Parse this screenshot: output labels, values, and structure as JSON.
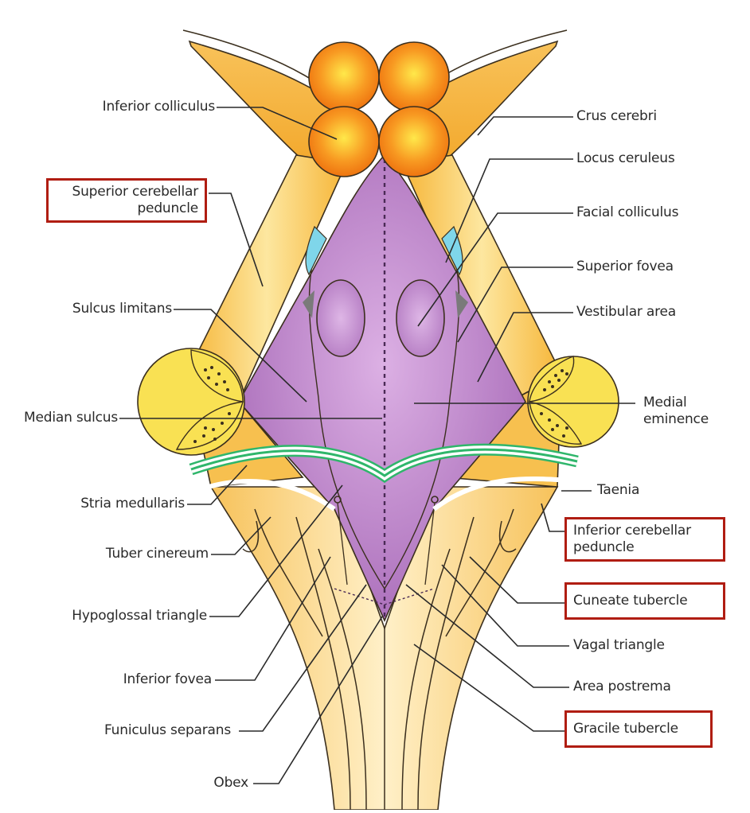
{
  "title": "Floor of the fourth ventricle (rhomboid fossa)",
  "colors": {
    "crus": "#f5b93a",
    "colliculus": "#f07d12",
    "colliculus_center": "#ffe24a",
    "peduncle": "#f8c64a",
    "fossa": "#b77cc4",
    "fossa_light": "#d8a9e0",
    "medulla": "#fbd98a",
    "pons_circle": "#f9e153",
    "stria_green": "#2fb66b",
    "locus_blue": "#7fd6ea",
    "outline": "#3b2f1e",
    "highlight_box": "#b01d12"
  },
  "labels": {
    "left": [
      {
        "id": "inferior-colliculus",
        "text": "Inferior colliculus",
        "boxed": false
      },
      {
        "id": "superior-cerebellar-peduncle",
        "text": "Superior cerebellar\npeduncle",
        "boxed": true
      },
      {
        "id": "sulcus-limitans",
        "text": "Sulcus limitans",
        "boxed": false
      },
      {
        "id": "median-sulcus",
        "text": "Median sulcus",
        "boxed": false
      },
      {
        "id": "stria-medullaris",
        "text": "Stria medullaris",
        "boxed": false
      },
      {
        "id": "tuber-cinereum",
        "text": "Tuber cinereum",
        "boxed": false
      },
      {
        "id": "hypoglossal-triangle",
        "text": "Hypoglossal triangle",
        "boxed": false
      },
      {
        "id": "inferior-fovea",
        "text": "Inferior fovea",
        "boxed": false
      },
      {
        "id": "funiculus-separans",
        "text": "Funiculus separans",
        "boxed": false
      },
      {
        "id": "obex",
        "text": "Obex",
        "boxed": false
      }
    ],
    "right": [
      {
        "id": "crus-cerebri",
        "text": "Crus cerebri",
        "boxed": false
      },
      {
        "id": "locus-ceruleus",
        "text": "Locus ceruleus",
        "boxed": false
      },
      {
        "id": "facial-colliculus",
        "text": "Facial colliculus",
        "boxed": false
      },
      {
        "id": "superior-fovea",
        "text": "Superior fovea",
        "boxed": false
      },
      {
        "id": "vestibular-area",
        "text": "Vestibular area",
        "boxed": false
      },
      {
        "id": "medial-eminence",
        "text": "Medial\neminence",
        "boxed": false
      },
      {
        "id": "taenia",
        "text": "Taenia",
        "boxed": false
      },
      {
        "id": "inferior-cerebellar-peduncle",
        "text": "Inferior cerebellar\npeduncle",
        "boxed": true
      },
      {
        "id": "cuneate-tubercle",
        "text": "Cuneate tubercle",
        "boxed": true
      },
      {
        "id": "vagal-triangle",
        "text": "Vagal triangle",
        "boxed": false
      },
      {
        "id": "area-postrema",
        "text": "Area postrema",
        "boxed": false
      },
      {
        "id": "gracile-tubercle",
        "text": "Gracile tubercle",
        "boxed": true
      }
    ]
  }
}
